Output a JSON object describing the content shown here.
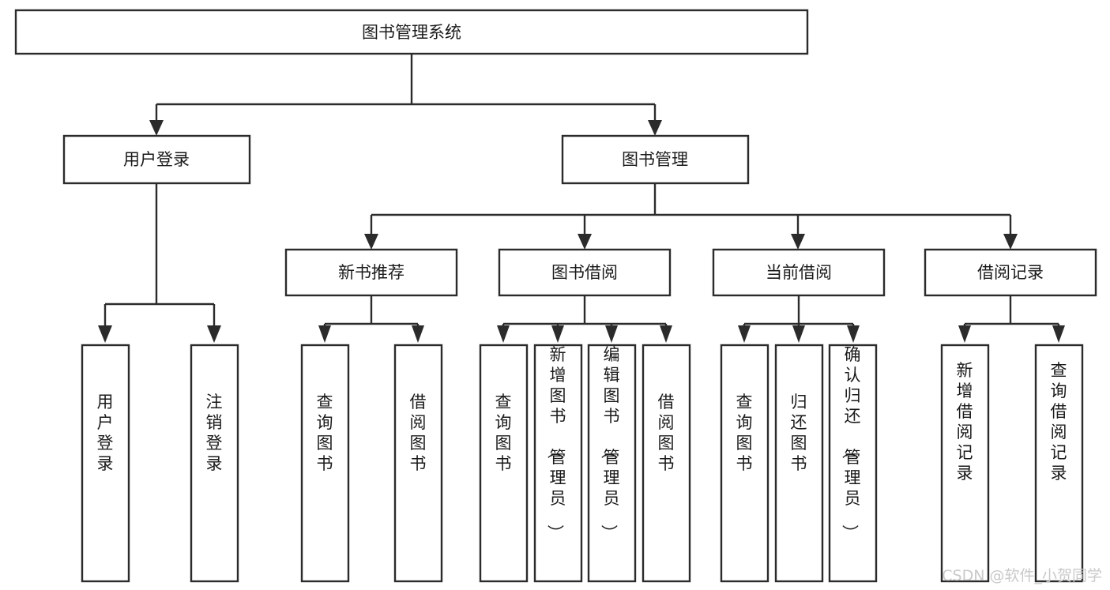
{
  "diagram": {
    "type": "tree-hierarchy",
    "title": "图书管理系统",
    "orientation": "top-down",
    "colors": {
      "box_stroke": "#2b2b2b",
      "box_fill": "#ffffff",
      "text": "#1a1a1a",
      "connector": "#2b2b2b",
      "background": "#ffffff",
      "watermark": "#c9c9c9"
    },
    "root": {
      "id": "root",
      "label": "图书管理系统",
      "level": 0
    },
    "level1": [
      {
        "id": "user-login",
        "label": "用户登录"
      },
      {
        "id": "book-manage",
        "label": "图书管理"
      }
    ],
    "level2": [
      {
        "id": "new-book-recommend",
        "label": "新书推荐",
        "parent": "book-manage"
      },
      {
        "id": "book-borrow",
        "label": "图书借阅",
        "parent": "book-manage"
      },
      {
        "id": "current-borrow",
        "label": "当前借阅",
        "parent": "book-manage"
      },
      {
        "id": "borrow-record",
        "label": "借阅记录",
        "parent": "book-manage"
      }
    ],
    "leaves": {
      "user-login": [
        {
          "id": "leaf-user-login",
          "label": "用户登录"
        },
        {
          "id": "leaf-user-logout",
          "label": "注销登录"
        }
      ],
      "new-book-recommend": [
        {
          "id": "leaf-query-book-1",
          "label": "查询图书"
        },
        {
          "id": "leaf-borrow-book-1",
          "label": "借阅图书"
        }
      ],
      "book-borrow": [
        {
          "id": "leaf-query-book-2",
          "label": "查询图书"
        },
        {
          "id": "leaf-add-book",
          "label": "新增图书（管理员）"
        },
        {
          "id": "leaf-edit-book",
          "label": "编辑图书（管理员）"
        },
        {
          "id": "leaf-borrow-book-2",
          "label": "借阅图书"
        }
      ],
      "current-borrow": [
        {
          "id": "leaf-query-book-3",
          "label": "查询图书"
        },
        {
          "id": "leaf-return-book",
          "label": "归还图书"
        },
        {
          "id": "leaf-confirm-return",
          "label": "确认归还（管理员）"
        }
      ],
      "borrow-record": [
        {
          "id": "leaf-add-record",
          "label": "新增借阅记录"
        },
        {
          "id": "leaf-query-record",
          "label": "查询借阅记录"
        }
      ]
    }
  },
  "watermark": {
    "text": "CSDN @软件_小贺同学"
  }
}
